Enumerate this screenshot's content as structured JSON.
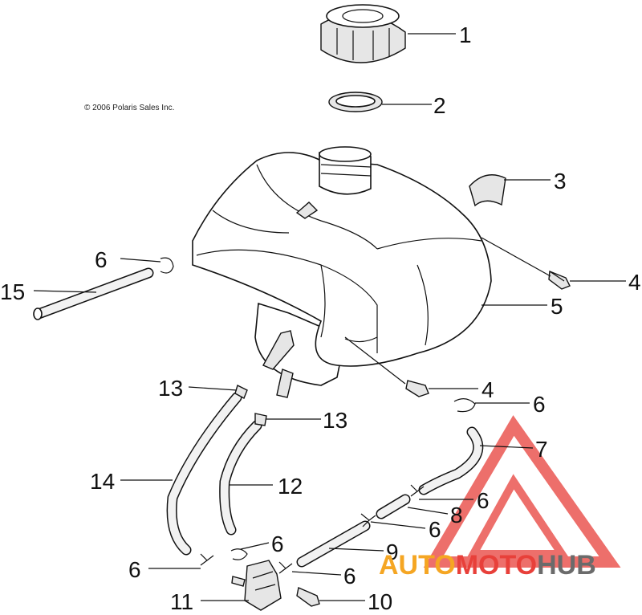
{
  "copyright": "© 2006 Polaris Sales Inc.",
  "watermark": {
    "part1": "AUTO",
    "part2": "MOTO",
    "part3": "HUB",
    "color_orange": "#f5a623",
    "color_red": "#e8403a",
    "color_dark": "#6b6b6b"
  },
  "callouts": [
    "1",
    "2",
    "3",
    "4",
    "5",
    "6",
    "13",
    "13",
    "15",
    "14",
    "12",
    "7",
    "6",
    "8",
    "6",
    "9",
    "6",
    "6",
    "6",
    "11",
    "10",
    "4",
    "6"
  ]
}
